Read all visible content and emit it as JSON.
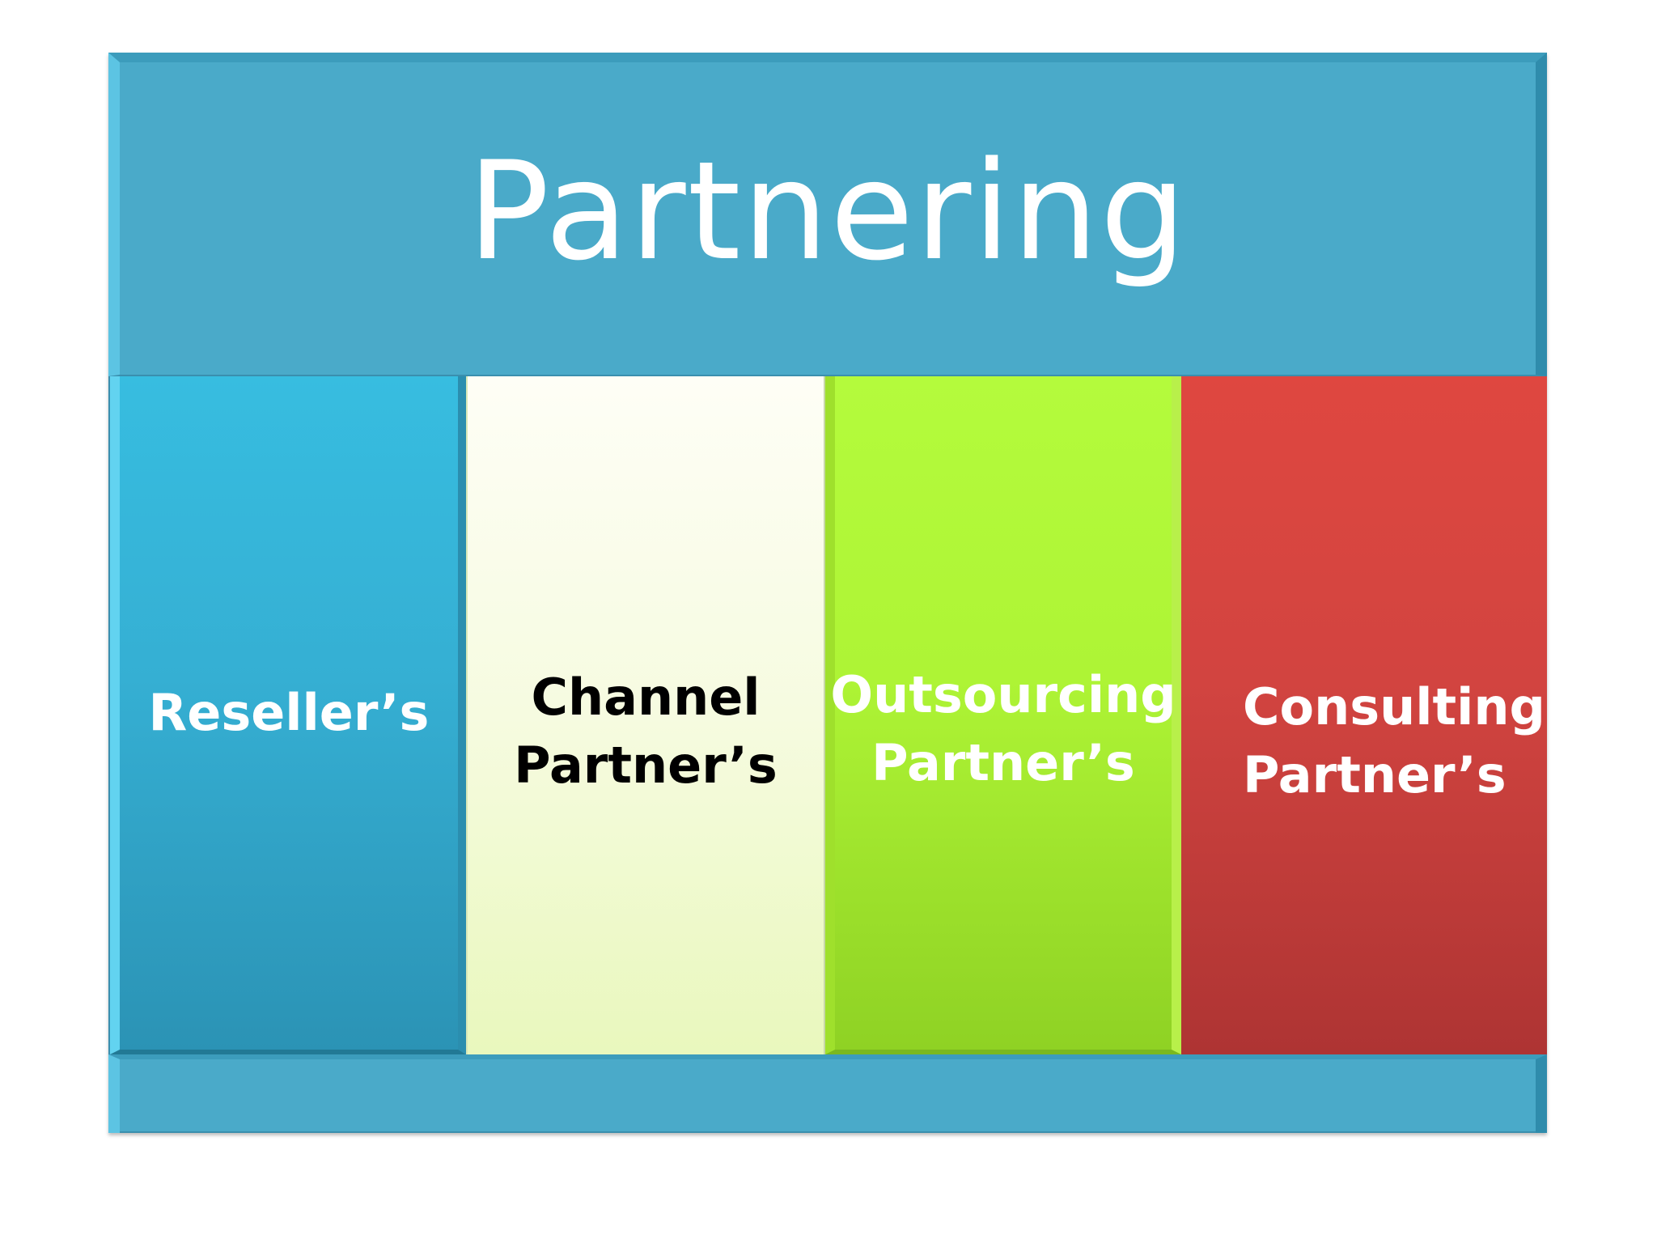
{
  "title": "Partnering",
  "columns": [
    {
      "line1": "Reseller’s",
      "line2": ""
    },
    {
      "line1": "Channel",
      "line2": "Partner’s"
    },
    {
      "line1": "Outsourcing",
      "line2": "Partner’s"
    },
    {
      "line1": "Consulting",
      "line2": "Partner’s"
    }
  ],
  "colors": {
    "frame": "#4aaac9",
    "reseller": "#35afd3",
    "channel": "#f6fbe0",
    "outsourcing": "#aef435",
    "consulting": "#d24440"
  }
}
